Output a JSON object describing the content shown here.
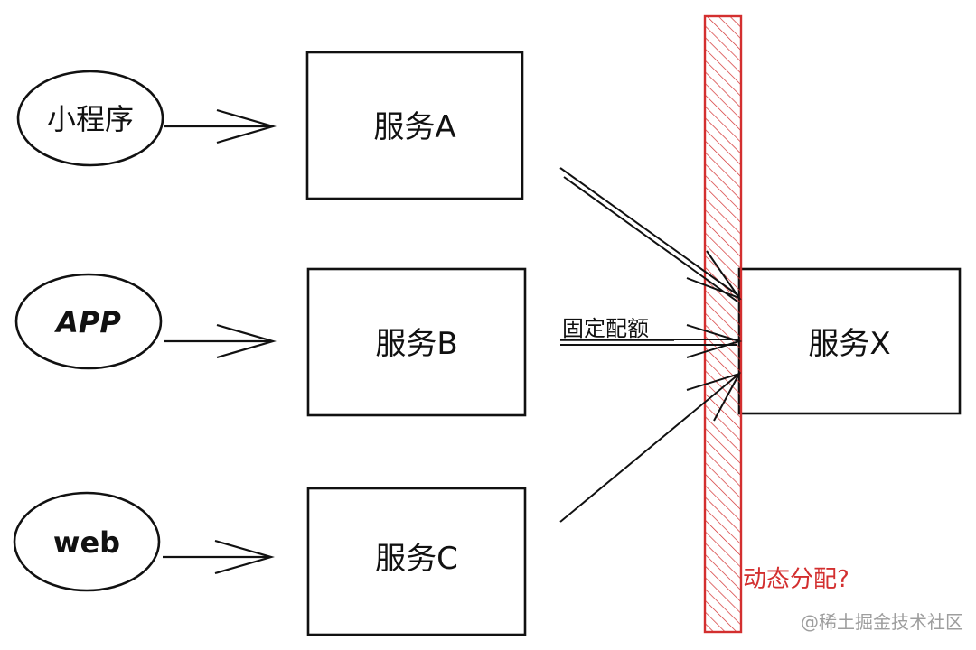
{
  "clients": [
    {
      "id": "miniprogram",
      "label": "小程序"
    },
    {
      "id": "app",
      "label": "APP"
    },
    {
      "id": "web",
      "label": "web"
    }
  ],
  "services": [
    {
      "id": "a",
      "label": "服务A"
    },
    {
      "id": "b",
      "label": "服务B"
    },
    {
      "id": "c",
      "label": "服务C"
    }
  ],
  "target": {
    "label": "服务X"
  },
  "edge_labels": {
    "fixed_quota": "固定配额"
  },
  "barrier": {
    "label": "动态分配?",
    "color": "#d32f2f"
  },
  "watermark": "@稀土掘金技术社区",
  "colors": {
    "stroke": "#111111",
    "barrier": "#d32f2f",
    "watermark": "#9e9e9e"
  }
}
